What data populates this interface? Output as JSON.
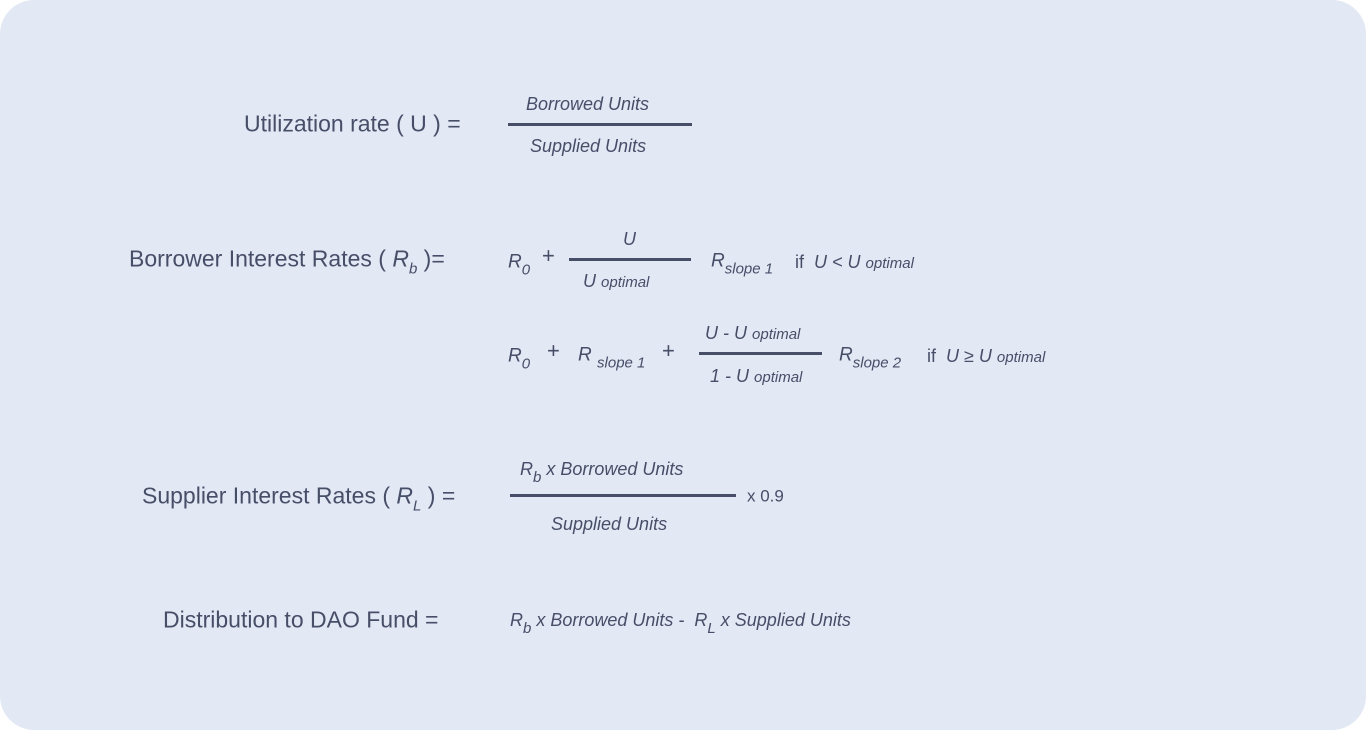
{
  "utilization": {
    "label": "Utilization rate ( U ) =",
    "numerator": "Borrowed Units",
    "denominator": "Supplied Units"
  },
  "borrower": {
    "label": "Borrower Interest Rates (",
    "label_symbol": "R",
    "label_sub": "b",
    "label_end": ")=",
    "case1": {
      "r0": "R",
      "r0_sub": "0",
      "plus": "+",
      "numerator": "U",
      "denominator": "U",
      "denominator_sub": "optimal",
      "slope": "R",
      "slope_sub": "slope 1",
      "condition_if": "if",
      "condition": "U < U",
      "condition_sub": "optimal"
    },
    "case2": {
      "r0": "R",
      "r0_sub": "0",
      "plus1": "+",
      "slope1": "R",
      "slope1_sub": "slope 1",
      "plus2": "+",
      "numerator": "U - U",
      "numerator_sub": "optimal",
      "denominator": "1 - U",
      "denominator_sub": "optimal",
      "slope2": "R",
      "slope2_sub": "slope 2",
      "condition_if": "if",
      "condition": "U ≥ U",
      "condition_sub": "optimal"
    }
  },
  "supplier": {
    "label": "Supplier Interest Rates (",
    "label_symbol": "R",
    "label_sub": "L",
    "label_end": ") =",
    "num_symbol": "R",
    "num_sub": "b",
    "num_rest": "x  Borrowed Units",
    "denominator": "Supplied Units",
    "multiplier": "x 0.9"
  },
  "dao": {
    "label": "Distribution to DAO Fund =",
    "rb": "R",
    "rb_sub": "b",
    "mid": "x  Borrowed Units -",
    "rl": "R",
    "rl_sub": "L",
    "end": "x Supplied Units"
  }
}
